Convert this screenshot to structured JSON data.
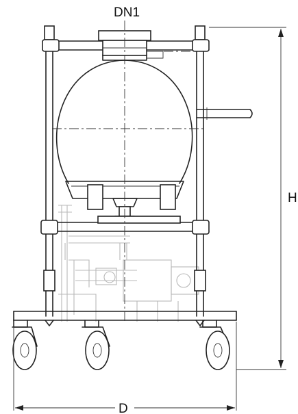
{
  "labels": {
    "nozzle": "DN1",
    "height": "H",
    "diameter": "D"
  },
  "colors": {
    "line": "#222222",
    "ghost": "#b8b8b8",
    "background": "#ffffff"
  }
}
